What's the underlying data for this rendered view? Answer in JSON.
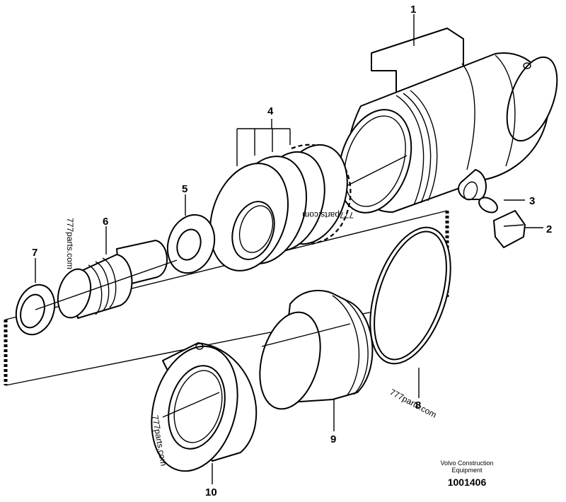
{
  "callouts": {
    "c1": "1",
    "c2": "2",
    "c3": "3",
    "c4": "4",
    "c5": "5",
    "c6": "6",
    "c7": "7",
    "c8": "8",
    "c9": "9",
    "c10": "10"
  },
  "watermarks": [
    "777parts.com",
    "777parts.com",
    "777parts.com",
    "777parts.com"
  ],
  "credit": {
    "line1": "Volvo Construction",
    "line2": "Equipment"
  },
  "drawing_number": "1001406"
}
